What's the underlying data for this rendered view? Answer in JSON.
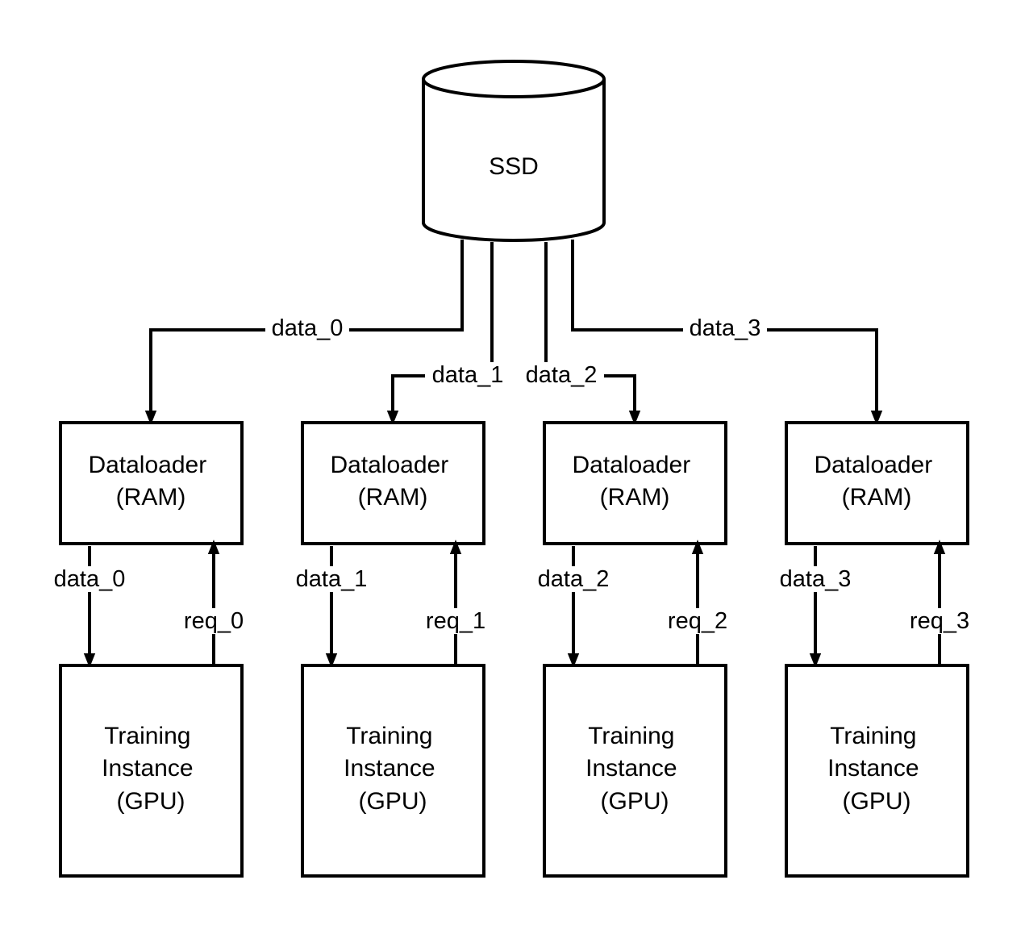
{
  "storage": {
    "label": "SSD"
  },
  "dataloaders": [
    {
      "line1": "Dataloader",
      "line2": "(RAM)"
    },
    {
      "line1": "Dataloader",
      "line2": "(RAM)"
    },
    {
      "line1": "Dataloader",
      "line2": "(RAM)"
    },
    {
      "line1": "Dataloader",
      "line2": "(RAM)"
    }
  ],
  "instances": [
    {
      "line1": "Training",
      "line2": "Instance",
      "line3": "(GPU)"
    },
    {
      "line1": "Training",
      "line2": "Instance",
      "line3": "(GPU)"
    },
    {
      "line1": "Training",
      "line2": "Instance",
      "line3": "(GPU)"
    },
    {
      "line1": "Training",
      "line2": "Instance",
      "line3": "(GPU)"
    }
  ],
  "ssd_edges": [
    {
      "label": "data_0"
    },
    {
      "label": "data_1"
    },
    {
      "label": "data_2"
    },
    {
      "label": "data_3"
    }
  ],
  "down_edges": [
    {
      "label": "data_0"
    },
    {
      "label": "data_1"
    },
    {
      "label": "data_2"
    },
    {
      "label": "data_3"
    }
  ],
  "up_edges": [
    {
      "label": "req_0"
    },
    {
      "label": "req_1"
    },
    {
      "label": "req_2"
    },
    {
      "label": "req_3"
    }
  ]
}
